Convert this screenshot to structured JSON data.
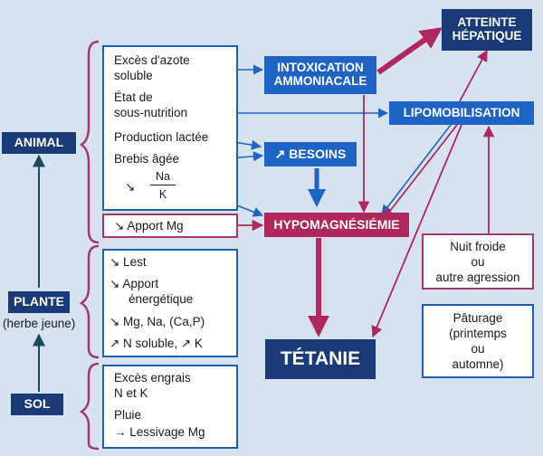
{
  "level_labels": {
    "animal": "ANIMAL",
    "plante": "PLANTE",
    "plante_note": "(herbe jeune)",
    "sol": "SOL"
  },
  "animal_factors": {
    "azote_1": "Excès d'azote",
    "azote_2": "soluble",
    "sous_nutrition_1": "État de",
    "sous_nutrition_2": "sous-nutrition",
    "production": "Production lactée",
    "brebis": "Brebis âgée",
    "ratio_arrow": "↘",
    "ratio_num": "Na",
    "ratio_den": "K",
    "apport_mg": "↘ Apport Mg"
  },
  "plant_factors": {
    "lest": "↘  Lest",
    "apport_1": "↘  Apport",
    "apport_2": "énergétique",
    "minerals": "↘  Mg, Na, (Ca,P)",
    "n_soluble": "↗  N soluble, ↗ K"
  },
  "soil_factors": {
    "engrais_1": "Excès engrais",
    "engrais_2": "N et K",
    "pluie": "Pluie",
    "lessivage": "→  Lessivage Mg"
  },
  "outcomes": {
    "intoxication_1": "INTOXICATION",
    "intoxication_2": "AMMONIACALE",
    "besoins": "↗  BESOINS",
    "hypomagnesiemie": "HYPOMAGNÉSIÉMIE",
    "tetanie": "TÉTANIE",
    "atteinte_1": "ATTEINTE",
    "atteinte_2": "HÉPATIQUE",
    "lipomobilisation": "LIPOMOBILISATION"
  },
  "side_factors": {
    "nuit_1": "Nuit froide",
    "nuit_2": "ou",
    "nuit_3": "autre agression",
    "paturage_1": "Pâturage",
    "paturage_2": "(printemps",
    "paturage_3": "ou",
    "paturage_4": "automne)"
  },
  "colors": {
    "background": "#d6e2f0",
    "navy": "#1a3a78",
    "blue": "#1f64c4",
    "magenta": "#b0275e",
    "dark_arrow": "#1a4a60",
    "box_border_blue": "#1f5fb0",
    "box_border_red": "#a23a6a"
  }
}
